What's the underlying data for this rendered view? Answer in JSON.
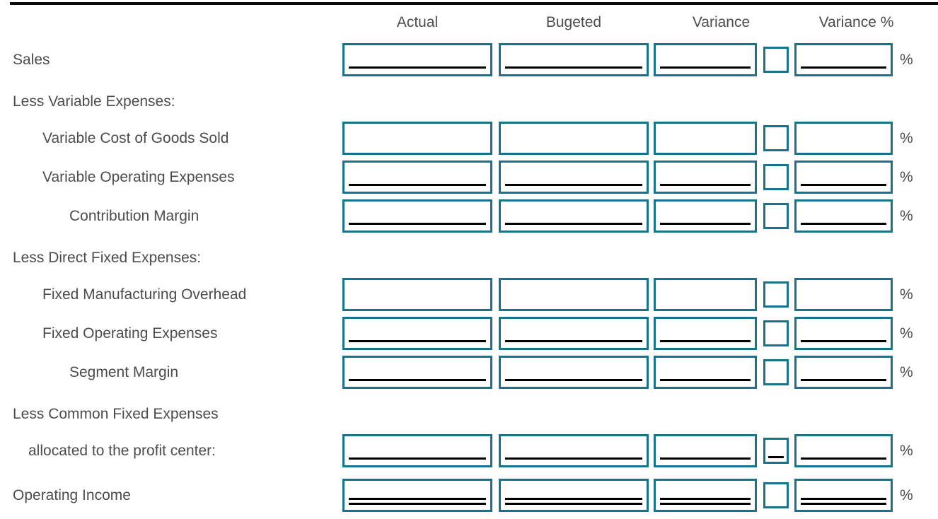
{
  "meta": {
    "accent_color": "#17748f",
    "text_color": "#4c4c4c",
    "rule_color": "#000000"
  },
  "symbols": {
    "percent": "%"
  },
  "header": {
    "columns": [
      "Actual",
      "Bugeted",
      "Variance",
      "Variance %"
    ]
  },
  "rows": [
    {
      "label": "Sales",
      "has_fields": true,
      "underline": "single",
      "small_box_underline": "none",
      "values": {
        "actual": "",
        "budgeted": "",
        "variance": "",
        "variance_flag": "",
        "variance_pct": ""
      }
    },
    {
      "label": "Less Variable Expenses:",
      "has_fields": false
    },
    {
      "label": "Variable Cost of Goods Sold",
      "has_fields": true,
      "underline": "none",
      "small_box_underline": "none",
      "values": {
        "actual": "",
        "budgeted": "",
        "variance": "",
        "variance_flag": "",
        "variance_pct": ""
      }
    },
    {
      "label": "Variable Operating Expenses",
      "has_fields": true,
      "underline": "single",
      "small_box_underline": "none",
      "values": {
        "actual": "",
        "budgeted": "",
        "variance": "",
        "variance_flag": "",
        "variance_pct": ""
      }
    },
    {
      "label": "Contribution Margin",
      "has_fields": true,
      "underline": "single",
      "small_box_underline": "none",
      "values": {
        "actual": "",
        "budgeted": "",
        "variance": "",
        "variance_flag": "",
        "variance_pct": ""
      }
    },
    {
      "label": "Less Direct Fixed Expenses:",
      "has_fields": false
    },
    {
      "label": "Fixed Manufacturing Overhead",
      "has_fields": true,
      "underline": "none",
      "small_box_underline": "none",
      "values": {
        "actual": "",
        "budgeted": "",
        "variance": "",
        "variance_flag": "",
        "variance_pct": ""
      }
    },
    {
      "label": "Fixed Operating Expenses",
      "has_fields": true,
      "underline": "single",
      "small_box_underline": "none",
      "values": {
        "actual": "",
        "budgeted": "",
        "variance": "",
        "variance_flag": "",
        "variance_pct": ""
      }
    },
    {
      "label": "Segment Margin",
      "has_fields": true,
      "underline": "single",
      "small_box_underline": "none",
      "values": {
        "actual": "",
        "budgeted": "",
        "variance": "",
        "variance_flag": "",
        "variance_pct": ""
      }
    },
    {
      "label": "Less Common Fixed Expenses",
      "has_fields": false
    },
    {
      "label": "allocated to the profit center:",
      "has_fields": true,
      "underline": "single",
      "small_box_underline": "single",
      "values": {
        "actual": "",
        "budgeted": "",
        "variance": "",
        "variance_flag": "",
        "variance_pct": ""
      }
    },
    {
      "label": "Operating Income",
      "has_fields": true,
      "underline": "double",
      "small_box_underline": "none",
      "values": {
        "actual": "",
        "budgeted": "",
        "variance": "",
        "variance_flag": "",
        "variance_pct": ""
      }
    }
  ]
}
